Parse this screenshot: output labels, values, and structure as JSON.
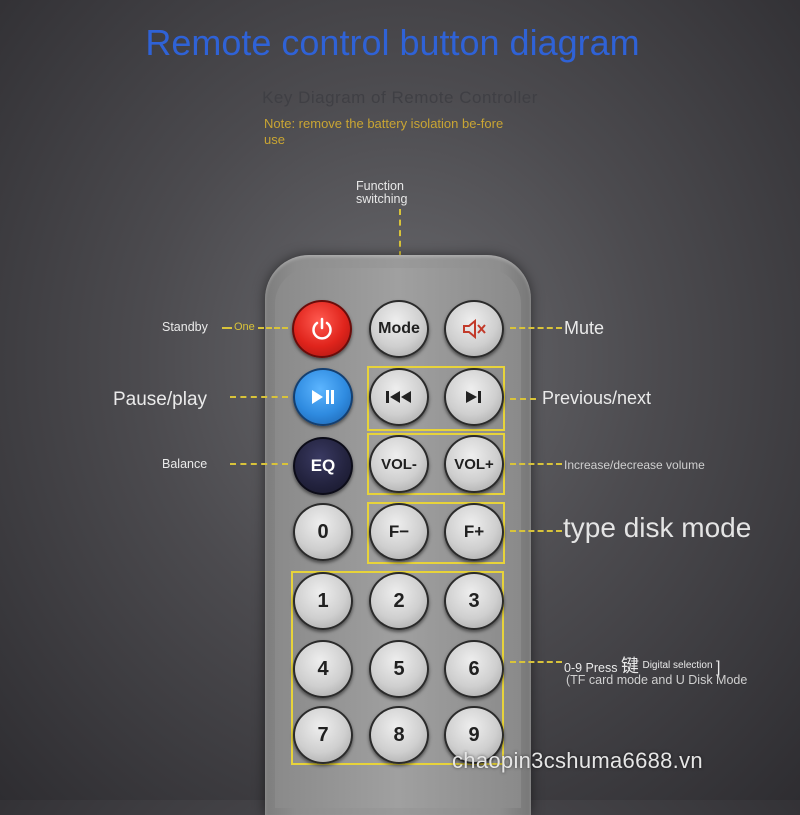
{
  "title": "Remote control button diagram",
  "subtitle": "Key Diagram of Remote Controller",
  "note": "Note: remove the battery isolation be-fore use",
  "function_label": "Function switching",
  "labels": {
    "standby": "Standby",
    "one": "One",
    "mute": "Mute",
    "pause_play": "Pause/play",
    "previous_next": "Previous/next",
    "balance": "Balance",
    "volume": "Increase/decrease volume",
    "disk_mode": "type disk mode",
    "digits_prefix": "0-9 Press",
    "digits_key": "键",
    "digits_selection": "Digital selection",
    "digits_bracket": "]",
    "digits_mode": "(TF card mode and U Disk Mode"
  },
  "buttons": {
    "mode": "Mode",
    "eq": "EQ",
    "vol_minus": "VOL-",
    "vol_plus": "VOL+",
    "f_minus": "F−",
    "f_plus": "F+",
    "zero": "0",
    "one": "1",
    "two": "2",
    "three": "3",
    "four": "4",
    "five": "5",
    "six": "6",
    "seven": "7",
    "eight": "8",
    "nine": "9"
  },
  "watermark": "chaopin3cshuma6688.vn",
  "colors": {
    "title": "#2f62d6",
    "note": "#c9a533",
    "highlight": "#e7d33a",
    "power_button": "#e0241c",
    "play_button": "#2f8be0",
    "eq_button": "#242440"
  }
}
